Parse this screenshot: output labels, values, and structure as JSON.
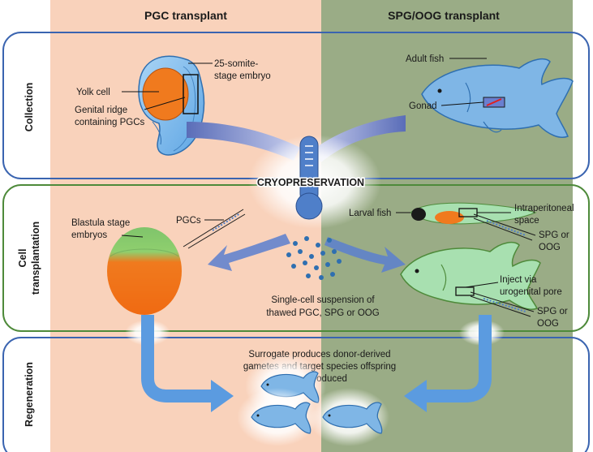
{
  "columns": {
    "left_header": "PGC transplant",
    "right_header": "SPG/OOG transplant"
  },
  "rows": {
    "collection": "Collection",
    "cell_transplantation_line1": "Cell",
    "cell_transplantation_line2": "transplantation",
    "regeneration": "Regeneration"
  },
  "collection": {
    "embryo_label_line1": "25-somite-",
    "embryo_label_line2": "stage embryo",
    "yolk_cell": "Yolk cell",
    "genital_ridge_line1": "Genital ridge",
    "genital_ridge_line2": "containing PGCs",
    "adult_fish": "Adult fish",
    "gonad": "Gonad"
  },
  "center": {
    "cryopreservation": "CRYOPRESERVATION",
    "suspension_line1": "Single-cell suspension of",
    "suspension_line2": "thawed PGC, SPG or OOG"
  },
  "transplant": {
    "blastula_line1": "Blastula stage",
    "blastula_line2": "embryos",
    "pgcs": "PGCs",
    "larval_fish": "Larval fish",
    "intraperitoneal_line1": "Intraperitoneal",
    "intraperitoneal_line2": "space",
    "spg_oog_1_line1": "SPG or",
    "spg_oog_1_line2": "OOG",
    "inject_line1": "Inject via",
    "inject_line2": "urogenital pore",
    "spg_oog_2_line1": "SPG or",
    "spg_oog_2_line2": "OOG"
  },
  "regeneration": {
    "line1": "Surrogate produces donor-derived",
    "line2": "gametes and target species offspring",
    "line3": "are produced"
  },
  "colors": {
    "left_column": "#f9d2bb",
    "right_column": "#9aac86",
    "row_border_blue": "#3a64b0",
    "row_border_green": "#4e8a3a",
    "fish_blue": "#7fb6e6",
    "fish_green": "#a8e0b0",
    "orange": "#f07a1e",
    "arrow_blue": "#5b9be0"
  }
}
